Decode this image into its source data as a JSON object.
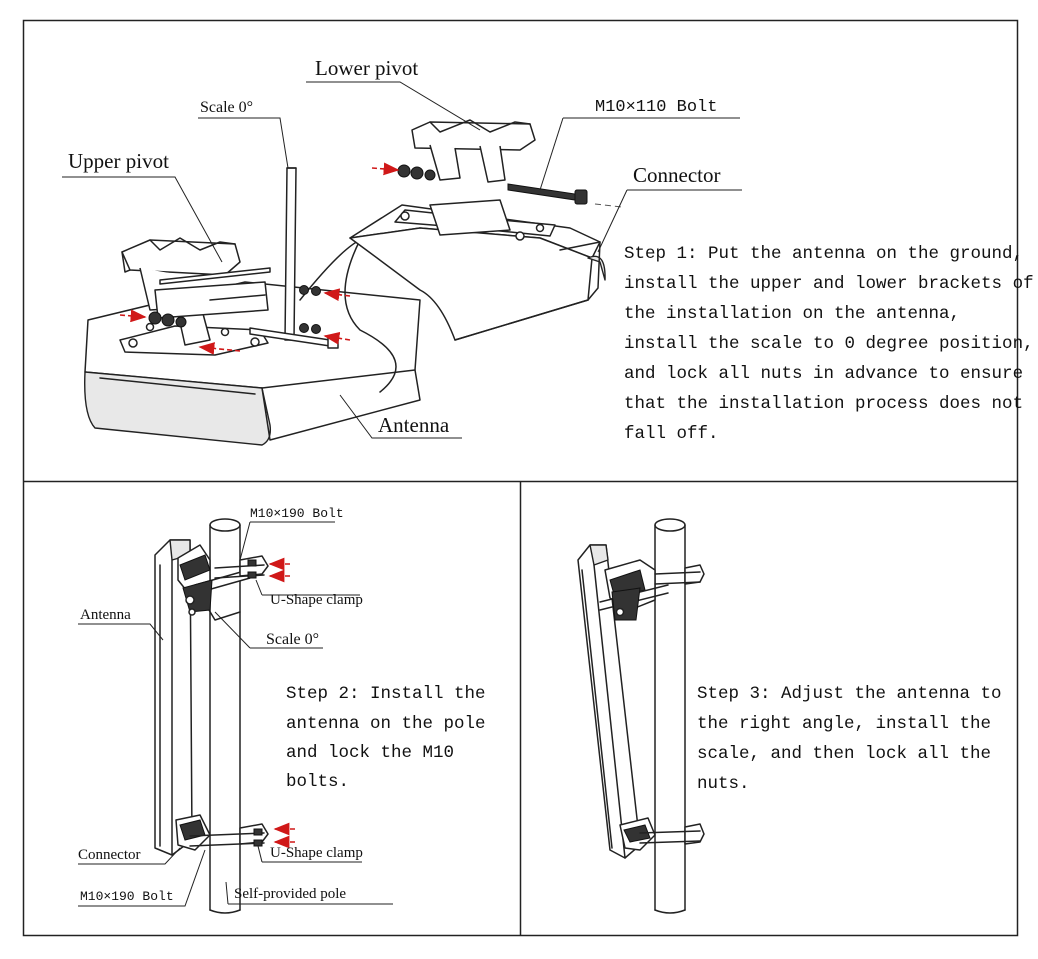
{
  "panel1": {
    "labels": {
      "lower_pivot": "Lower pivot",
      "scale": "Scale 0°",
      "bolt": "M10×110 Bolt",
      "upper_pivot": "Upper pivot",
      "connector": "Connector",
      "antenna": "Antenna"
    },
    "step_lines": [
      "Step 1: Put the antenna on the ground,",
      "install the upper and lower brackets of",
      "the installation on the antenna,",
      "install the scale to 0 degree position,",
      "and lock all nuts in advance to ensure",
      "that the installation process does not",
      "fall off."
    ]
  },
  "panel2": {
    "labels": {
      "bolt_top": "M10×190 Bolt",
      "antenna": "Antenna",
      "clamp_top": "U-Shape clamp",
      "scale": "Scale 0°",
      "connector": "Connector",
      "clamp_bottom": "U-Shape clamp",
      "bolt_bottom": "M10×190 Bolt",
      "pole": "Self-provided pole"
    },
    "step_lines": [
      "Step 2: Install the",
      "antenna on the pole",
      "and lock the M10",
      "bolts."
    ]
  },
  "panel3": {
    "step_lines": [
      "Step 3: Adjust the antenna to",
      "the right angle, install the",
      "scale, and then lock all the",
      "nuts."
    ]
  },
  "colors": {
    "border": "#222222",
    "arrow": "#d01818",
    "text": "#111111"
  }
}
